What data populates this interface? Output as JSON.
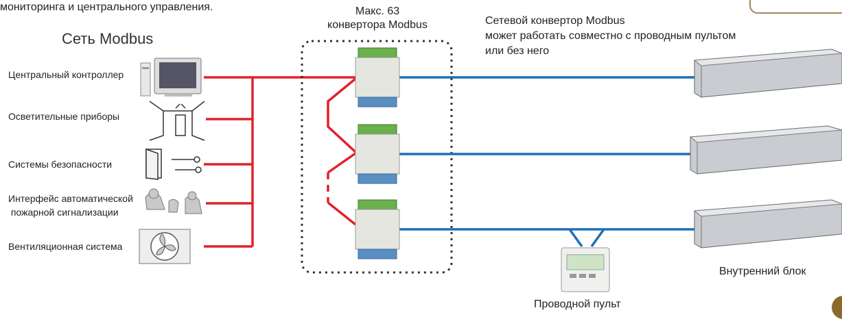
{
  "header": {
    "top_fragment": "мониторинга и центрального управления."
  },
  "network": {
    "title": "Сеть Modbus",
    "devices": [
      {
        "label": "Центральный контроллер",
        "icon": "computer-icon"
      },
      {
        "label": "Осветительные приборы",
        "icon": "door-lighting-icon"
      },
      {
        "label": "Системы безопасности",
        "icon": "door-key-icon"
      },
      {
        "label": "Интерфейс автоматической\n пожарной сигнализации",
        "icon": "fire-alarm-icon"
      },
      {
        "label": "Вентиляционная система",
        "icon": "fan-icon"
      }
    ]
  },
  "converters": {
    "label": "Макс. 63\nконвертора Modbus"
  },
  "note": "Сетевой конвертор Modbus\nможет работать совместно с проводным пультом\nили без него",
  "indoor_unit_label": "Внутренний блок",
  "wired_remote_label": "Проводной пульт",
  "colors": {
    "modbus_line": "#e3202a",
    "unit_line": "#1f6fb5",
    "frame_accent": "#a08358"
  }
}
